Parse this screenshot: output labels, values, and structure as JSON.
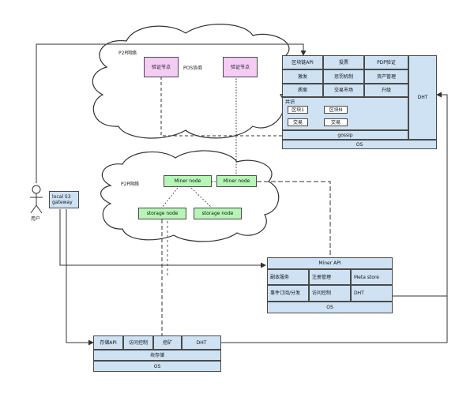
{
  "clouds": {
    "top_label": "P2P网络",
    "mid_label": "P2P网络"
  },
  "validators": {
    "left": "验证节点",
    "right": "验证节点",
    "protocol": "POS协商"
  },
  "storage_nodes": {
    "miner_left": "Miner node",
    "miner_right": "Miner node",
    "storage_left": "storage node",
    "storage_right": "storage node"
  },
  "user": {
    "label": "用户",
    "gateway_line1": "local S3",
    "gateway_line2": "gateway"
  },
  "chain_stack": {
    "row1": [
      "区块链API",
      "投票",
      "PDP验证"
    ],
    "row2": [
      "激发",
      "惩罚机制",
      "资产管理"
    ],
    "row3": [
      "质案",
      "交易市场",
      "升级"
    ],
    "consensus_label": "共识",
    "block1": "区块1",
    "block2": "区块N",
    "tx1": "交易",
    "tx2": "交易",
    "gossip": "gossip",
    "dht": "DHT",
    "os": "OS"
  },
  "miner_stack": {
    "api": "Miner API",
    "row1": [
      "副本服务",
      "注册管理",
      "Meta store"
    ],
    "row2": [
      "事件订阅/分发",
      "访问控制",
      "DHT"
    ],
    "os": "OS"
  },
  "storage_stack": {
    "row1": [
      "存储API",
      "访问控制",
      "挖矿",
      "DHT"
    ],
    "store": "块存储",
    "os": "OS"
  },
  "colors": {
    "blue_box": "#cfe2f3",
    "validator_pink": "#f4ccf4",
    "miner_green": "#b6f5b6",
    "line": "#333333"
  }
}
